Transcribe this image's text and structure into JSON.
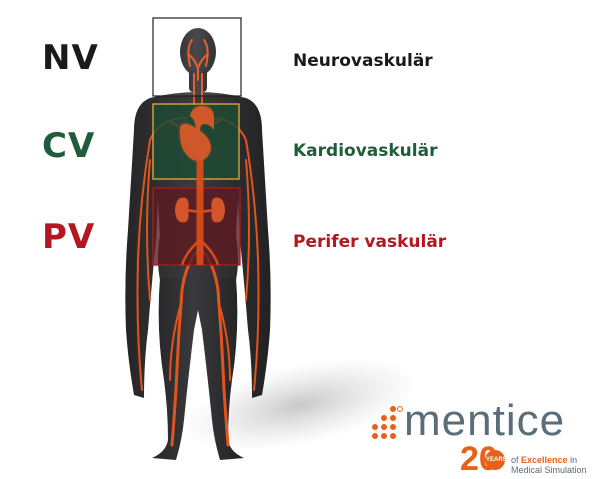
{
  "regions": [
    {
      "abbr": "NV",
      "label": "Neurovaskulär",
      "color": "#1a1a1a"
    },
    {
      "abbr": "CV",
      "label": "Kardiovaskulär",
      "color": "#1e5c3a"
    },
    {
      "abbr": "PV",
      "label": "Perifer vaskulär",
      "color": "#b3171f"
    }
  ],
  "brand": {
    "name": "mentice",
    "anniversary_number": "20",
    "anniversary_unit": "YEARS",
    "tagline_prefix": "of",
    "tagline_highlight": "Excellence",
    "tagline_suffix": "in",
    "tagline_line2": "Medical Simulation",
    "accent_color": "#e8611a",
    "text_color": "#5b6d78"
  },
  "illustration": {
    "body_color": "#2d2d2f",
    "vessel_color": "#e0541e",
    "heart_box_color": "#1d4b33",
    "kidney_box_color": "#5e1a22"
  }
}
